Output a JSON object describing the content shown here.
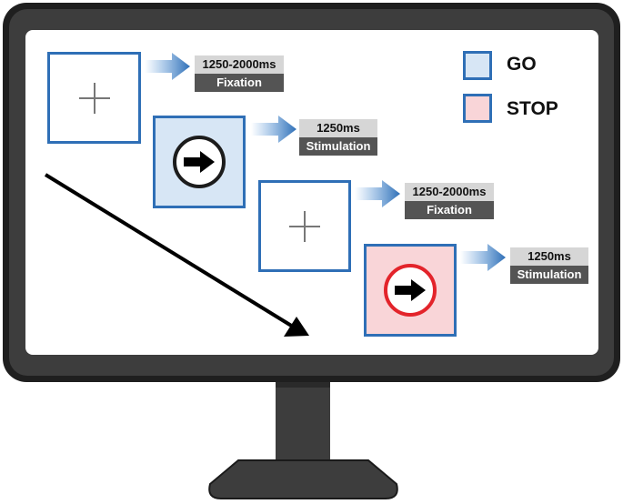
{
  "legend": {
    "go_label": "GO",
    "stop_label": "STOP",
    "go_color": "#d7e6f5",
    "stop_color": "#f9d5d8"
  },
  "steps": [
    {
      "duration": "1250-2000ms",
      "phase": "Fixation"
    },
    {
      "duration": "1250ms",
      "phase": "Stimulation"
    },
    {
      "duration": "1250-2000ms",
      "phase": "Fixation"
    },
    {
      "duration": "1250ms",
      "phase": "Stimulation"
    }
  ],
  "colors": {
    "box_border": "#2f6fb6",
    "stop_ring": "#e3242b",
    "go_ring": "#1c1c1c",
    "monitor_frame": "#3d3d3d"
  },
  "icons": {
    "fixation": "plus-cross-icon",
    "stimulus": "right-arrow-icon",
    "flow": "flow-arrow-icon",
    "time": "diagonal-time-arrow-icon"
  }
}
